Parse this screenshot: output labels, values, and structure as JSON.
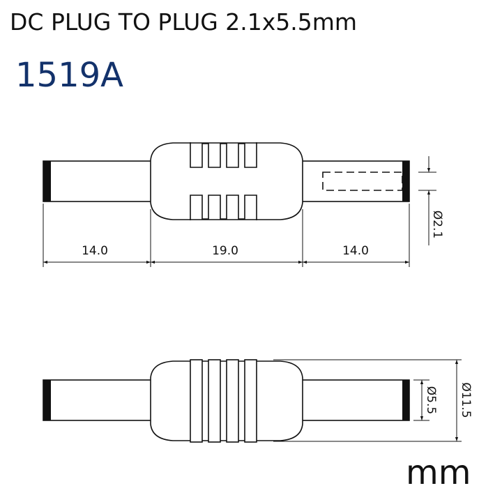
{
  "header": {
    "title": "DC PLUG TO PLUG 2.1x5.5mm",
    "model": "1519A"
  },
  "footer": {
    "unit": "mm"
  },
  "dimensions": {
    "left_plug_length": "14.0",
    "body_length": "19.0",
    "right_plug_length": "14.0",
    "inner_diameter": "Ø2.1",
    "outer_diameter": "Ø5.5",
    "body_diameter": "Ø11.5"
  },
  "colors": {
    "line": "#111111",
    "title": "#111111",
    "model": "#13326b"
  }
}
